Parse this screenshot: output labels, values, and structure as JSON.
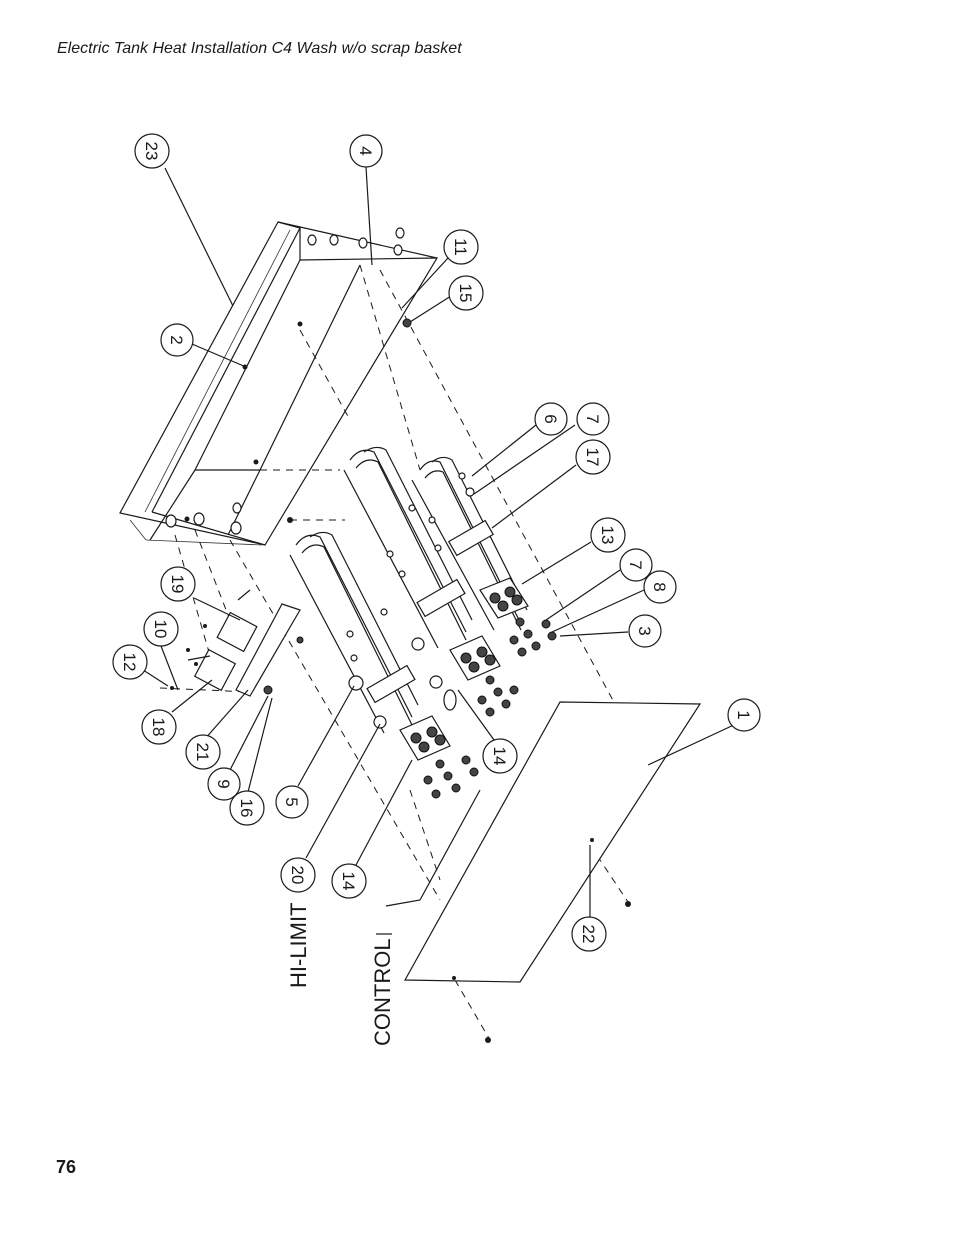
{
  "header": {
    "title": "Electric Tank Heat Installation C4 Wash w/o scrap basket"
  },
  "footer": {
    "page_number": "76"
  },
  "labels": {
    "hi_limit": "HI-LIMIT",
    "control": "CONTROL"
  },
  "callouts": {
    "c23": "23",
    "c4": "4",
    "c11": "11",
    "c15": "15",
    "c2": "2",
    "c6": "6",
    "c7a": "7",
    "c17": "17",
    "c13": "13",
    "c7b": "7",
    "c8": "8",
    "c3": "3",
    "c19": "19",
    "c10": "10",
    "c12": "12",
    "c18": "18",
    "c21": "21",
    "c9": "9",
    "c16": "16",
    "c5": "5",
    "c14a": "14",
    "c20": "20",
    "c14b": "14",
    "c1": "1",
    "c22": "22"
  }
}
